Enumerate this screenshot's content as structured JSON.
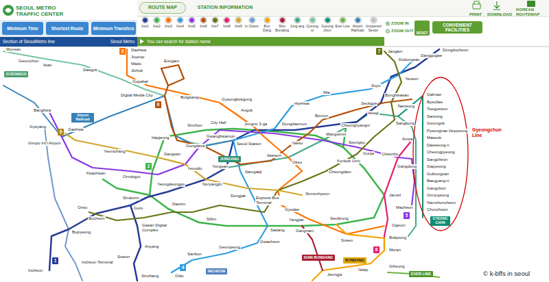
{
  "diagram": {
    "nodes": [
      {
        "text": [
          "SEOUL METRO TRAFFIC CENTER"
        ]
      },
      {
        "text": [
          "Minimum Time"
        ]
      },
      {
        "text": [
          "Shortest Route"
        ]
      },
      {
        "text": [
          "Minimum Transfers"
        ]
      },
      {
        "text": [
          "Section of SeoulMetro line",
          "Seoul Metro"
        ]
      },
      {
        "text": [
          "ROUTE MAP"
        ]
      },
      {
        "text": [
          "STATION INFORMATION"
        ]
      },
      {
        "text": [
          "RESET"
        ]
      },
      {
        "text": [
          "CONVENIENT FACILITIES"
        ]
      },
      {
        "text": [
          "You can search for station name"
        ]
      },
      {
        "text": [
          "GYEONGUI"
        ]
      },
      {
        "text": [
          "3"
        ]
      },
      {
        "text": [
          "7"
        ]
      },
      {
        "text": [
          "Airport Railroad"
        ]
      },
      {
        "text": [
          "9"
        ]
      },
      {
        "text": [
          "6"
        ]
      },
      {
        "text": [
          "2"
        ]
      },
      {
        "text": [
          "JUNGANG"
        ]
      },
      {
        "text": [
          "1"
        ]
      },
      {
        "text": [
          "4"
        ]
      },
      {
        "text": [
          "INCHEON"
        ]
      },
      {
        "text": [
          "SHIN BUNDANG"
        ]
      },
      {
        "text": [
          "BUNDANG"
        ]
      },
      {
        "text": [
          "8"
        ]
      },
      {
        "text": [
          "5"
        ]
      },
      {
        "text": [
          "GYEONG CHUN"
        ]
      },
      {
        "text": [
          "EVER LINE"
        ]
      }
    ],
    "labels": [
      "PRINT",
      "DOWNLOAD",
      "KOREAN ROUTEMAP",
      "ZOOM IN",
      "ZOOM OUT",
      "Munsan",
      "Geumchon",
      "Ilsan",
      "Daegok",
      "Daehwa",
      "Juyeop",
      "Madu",
      "Jichuk",
      "Gupabal",
      "Eungam",
      "Bulgwang",
      "Digital Media City",
      "Gyeongbokgung",
      "Anguk",
      "Hyehwa",
      "Mia",
      "Suyu",
      "Nowon",
      "Dobongsan",
      "Danggogae",
      "Dongducheon",
      "Jangam",
      "Seokgye",
      "Bonghwasan",
      "Taereung",
      "Sangbong",
      "Cheongnyangni",
      "Hoegi",
      "Bomun",
      "Dongdaemun",
      "Jongno 3-ga",
      "City Hall",
      "Sinchon",
      "Hapjeong",
      "Gwanghwamun",
      "Seoul Station",
      "Gongdeok",
      "Yaksu",
      "Wangsimni",
      "Seongsu",
      "Gunja",
      "Cheonho",
      "Amsa",
      "Gangdong",
      "Konkuk Univ.",
      "Cheongdam",
      "Oksu",
      "Itaewon",
      "Samgakji",
      "Yongsan",
      "Yeouido",
      "Dangsan",
      "Yeongdeungpo",
      "Noryangjin",
      "Dongjak",
      "Express Bus Terminal",
      "Sinnonhyeon",
      "Jamsil",
      "Banghwa",
      "Gyeyang",
      "Gaehwa",
      "Gimpo Int'l Airport",
      "Yeomchang",
      "Kkachisan",
      "Omokgyo",
      "Sindorim",
      "Guro",
      "Daerim",
      "Onsu",
      "Bucheon",
      "Bupyeong",
      "Incheon",
      "Incheon Terminal",
      "Gasan Digital Complex",
      "Sillim",
      "Sadang",
      "Gyodae",
      "Yangjae",
      "Seolleung",
      "Gangnam",
      "Suseo",
      "Ogeum",
      "Bokjeong",
      "Moran",
      "Macheon",
      "Giheung",
      "Yatap",
      "Jeongja",
      "Gwacheon",
      "Geumjeong",
      "Sanbon",
      "Anyang",
      "Suwon",
      "Sinchang",
      "Oido",
      "Galmae",
      "Byeollae",
      "Toegyewon",
      "Sareung",
      "Geumgok",
      "Pyeongnae Hopyeong",
      "Maseok",
      "Daeseong-ri",
      "Cheongpyeong",
      "Sangcheon",
      "Gapyeong",
      "Gulbongsan",
      "Baegyang-ri",
      "Gangchon",
      "Gimyujeong",
      "Namchuncheon",
      "Chuncheon",
      "Gyeongchun Line",
      "© k-bffs in seoul"
    ],
    "legend": [
      {
        "text": "line1",
        "color": "#263c96"
      },
      {
        "text": "line2",
        "color": "#3cb44a"
      },
      {
        "text": "line3",
        "color": "#ff7300"
      },
      {
        "text": "line4",
        "color": "#2c9ede"
      },
      {
        "text": "line5",
        "color": "#8936e0"
      },
      {
        "text": "line6",
        "color": "#b5500b"
      },
      {
        "text": "line7",
        "color": "#697215"
      },
      {
        "text": "line8",
        "color": "#e51e6e"
      },
      {
        "text": "line9",
        "color": "#d1a62c"
      },
      {
        "text": "In Cheon",
        "color": "#6f99d0"
      },
      {
        "text": "Bun Dang",
        "color": "#f5a200"
      },
      {
        "text": "Shin Bundang",
        "color": "#a71e31"
      },
      {
        "text": "Jung ang",
        "color": "#3fa786"
      },
      {
        "text": "Gyeong ui",
        "color": "#77c4a3"
      },
      {
        "text": "Gyeong chun",
        "color": "#0c8e72"
      },
      {
        "text": "Ever Line",
        "color": "#6fb245"
      },
      {
        "text": "Airport Railroad",
        "color": "#3681b7"
      },
      {
        "text": "Unopened Sector",
        "color": "#c0c0c0"
      }
    ]
  }
}
